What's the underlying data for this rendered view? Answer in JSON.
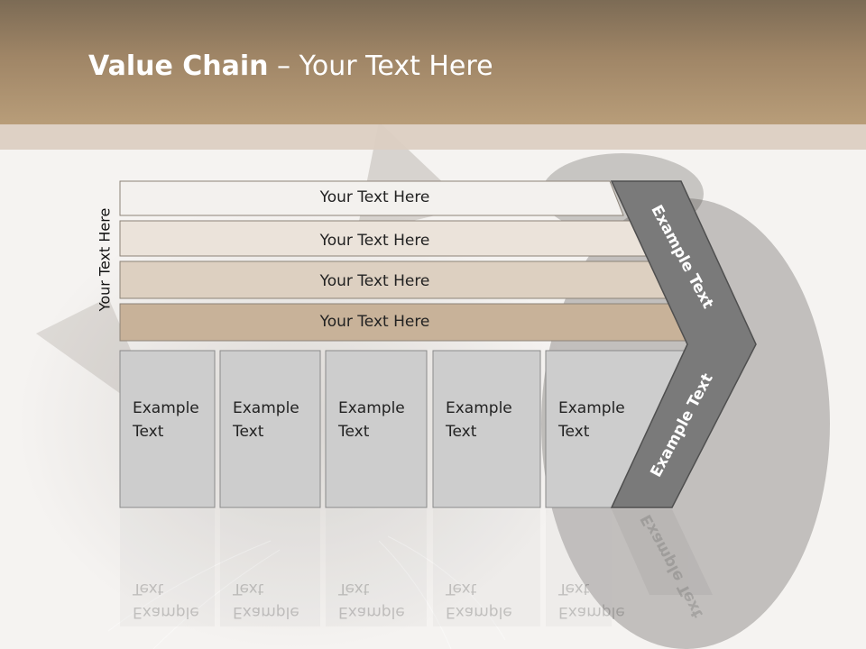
{
  "title": {
    "bold": "Value Chain",
    "rest": " – Your Text Here"
  },
  "side_label": "Your Text Here",
  "rows": [
    {
      "label": "Your Text Here",
      "color": "#f3f1ee"
    },
    {
      "label": "Your Text Here",
      "color": "#ebe3da"
    },
    {
      "label": "Your Text Here",
      "color": "#ddd0c1"
    },
    {
      "label": "Your Text Here",
      "color": "#c8b299"
    }
  ],
  "cards": [
    {
      "line1": "Example",
      "line2": "Text"
    },
    {
      "line1": "Example",
      "line2": "Text"
    },
    {
      "line1": "Example",
      "line2": "Text"
    },
    {
      "line1": "Example",
      "line2": "Text"
    },
    {
      "line1": "Example",
      "line2": "Text"
    }
  ],
  "chevron": {
    "top_label": "Example Text",
    "bottom_label": "Example Text",
    "color": "#7a7a7a"
  },
  "colors": {
    "header": "#a88e6e",
    "card": "#cdcdcd"
  }
}
